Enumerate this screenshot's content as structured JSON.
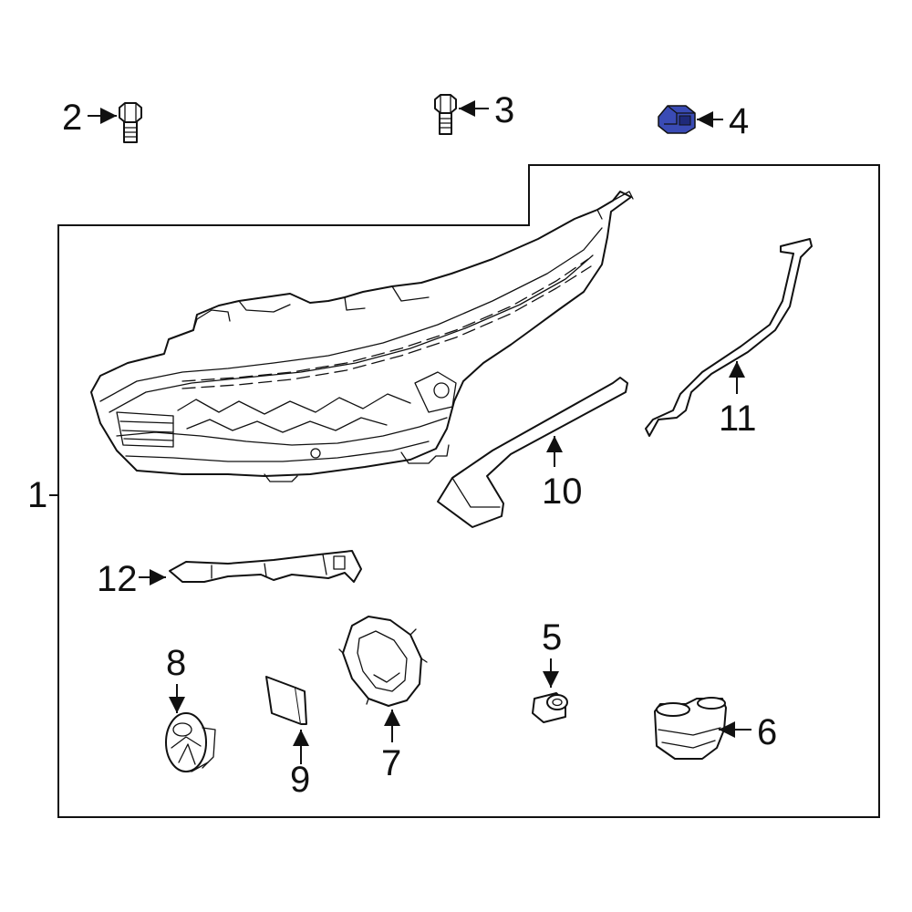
{
  "diagram": {
    "highlight_color": "#3a4bb5",
    "line_color": "#111111",
    "callouts": [
      {
        "id": "1",
        "part": "headlamp-assembly"
      },
      {
        "id": "2",
        "part": "bolt"
      },
      {
        "id": "3",
        "part": "bolt"
      },
      {
        "id": "4",
        "part": "clip",
        "highlighted": true
      },
      {
        "id": "5",
        "part": "bushing"
      },
      {
        "id": "6",
        "part": "dual-duct"
      },
      {
        "id": "7",
        "part": "ring"
      },
      {
        "id": "8",
        "part": "socket"
      },
      {
        "id": "9",
        "part": "label-card"
      },
      {
        "id": "10",
        "part": "trim-strip"
      },
      {
        "id": "11",
        "part": "seal"
      },
      {
        "id": "12",
        "part": "bracket"
      }
    ]
  }
}
